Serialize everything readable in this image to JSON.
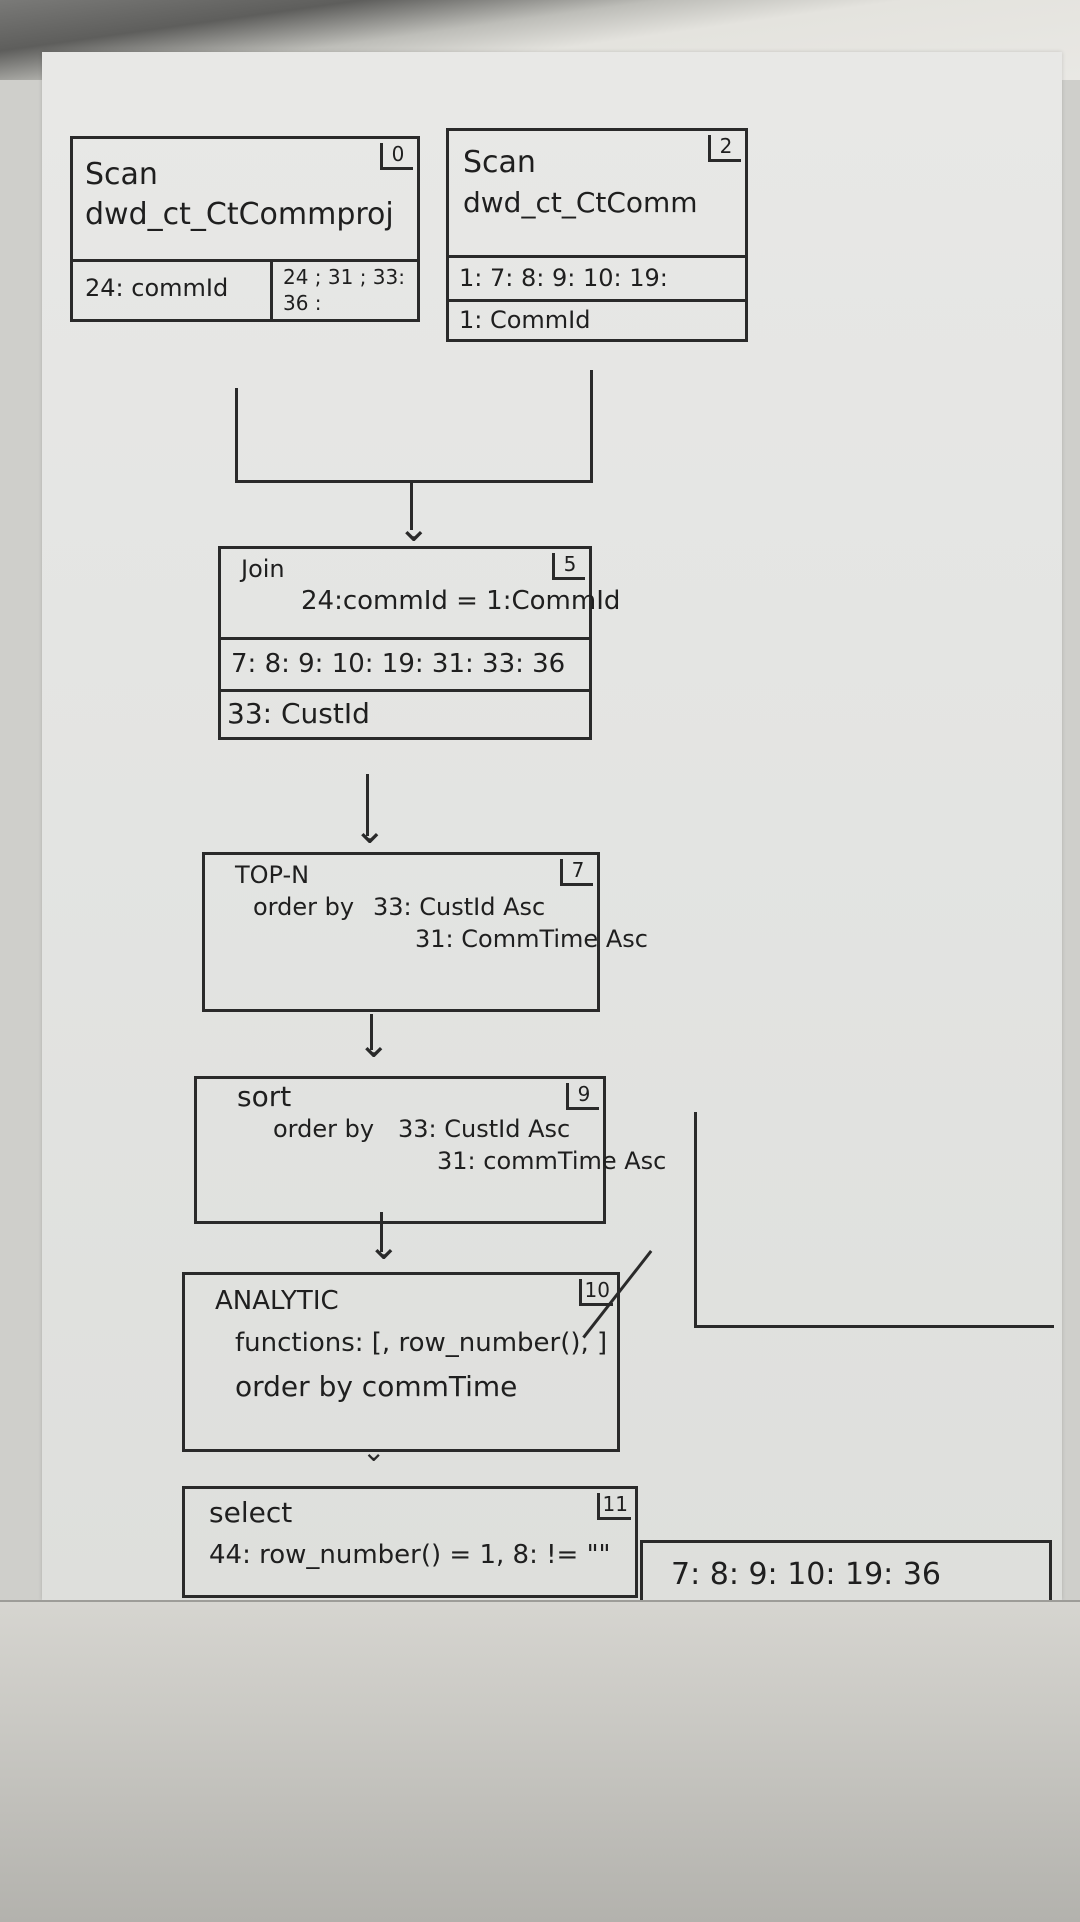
{
  "diagram": {
    "title": "Query execution plan (hand-drawn)",
    "nodes": [
      {
        "id": "0",
        "type": "Scan",
        "table": "dwd_ct_CtCommproj",
        "left_col": "24: commId",
        "right_cols_line1": "24 ; 31 ; 33:",
        "right_cols_line2": "36 :"
      },
      {
        "id": "2",
        "type": "Scan",
        "table": "dwd_ct_CtComm",
        "cols": "1: 7: 8: 9: 10: 19:",
        "key": "1: CommId"
      },
      {
        "id": "5",
        "type": "Join",
        "condition": "24:commId = 1:CommId",
        "cols": "7: 8: 9: 10: 19: 31: 33: 36",
        "key": "33: CustId"
      },
      {
        "id": "7",
        "type": "TOP-N",
        "order_prefix": "order by",
        "order_1": "33: CustId Asc",
        "order_2": "31: CommTime Asc"
      },
      {
        "id": "9",
        "type": "sort",
        "order_prefix": "order by",
        "order_1": "33: CustId Asc",
        "order_2": "31: commTime Asc"
      },
      {
        "id": "10",
        "type": "ANALYTIC",
        "functions": "functions: [, row_number(), ]",
        "order": "order by commTime"
      },
      {
        "id": "11",
        "type": "select",
        "predicate": "44: row_number() = 1, 8: != \"\""
      }
    ],
    "output_cols": "7: 8: 9: 10: 19: 36"
  }
}
